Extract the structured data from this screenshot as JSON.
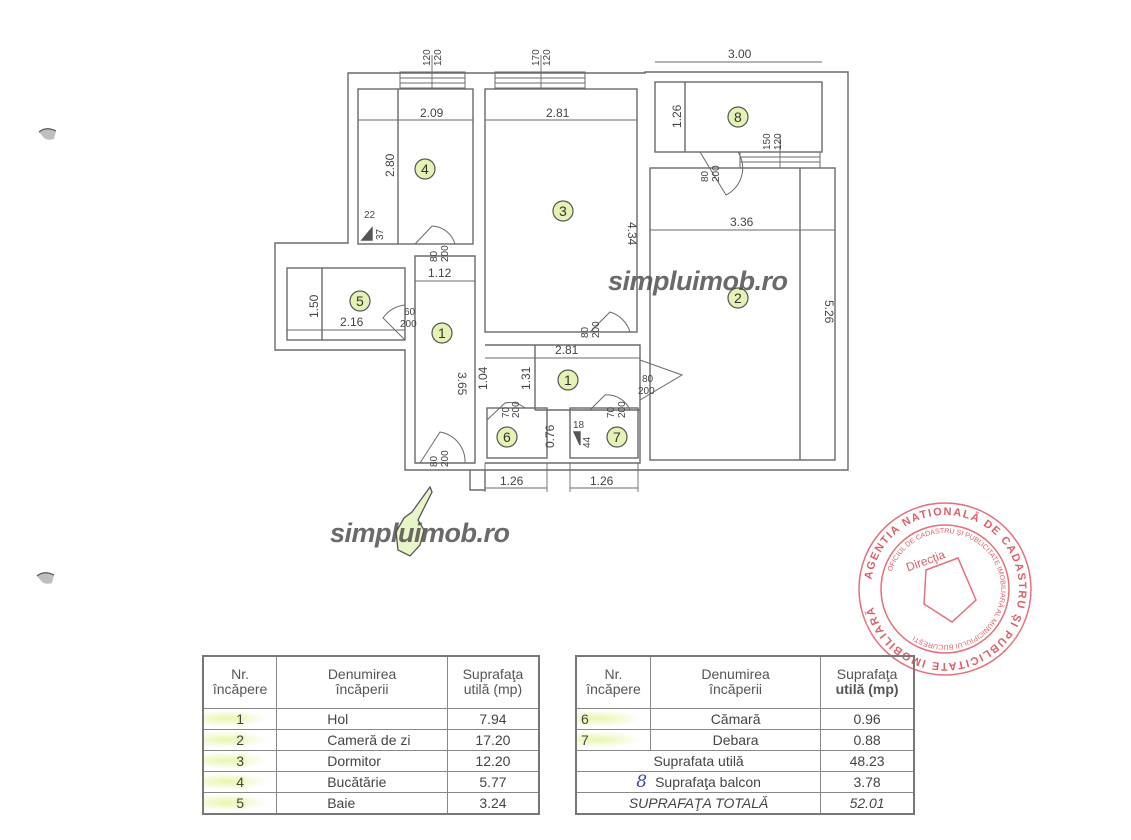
{
  "watermarks": {
    "top": "simpluimob.ro",
    "bottom": "simpluimob.ro"
  },
  "floorplan": {
    "rooms": [
      {
        "id": "1",
        "label": "1"
      },
      {
        "id": "1b",
        "label": "1"
      },
      {
        "id": "2",
        "label": "2"
      },
      {
        "id": "3",
        "label": "3"
      },
      {
        "id": "4",
        "label": "4"
      },
      {
        "id": "5",
        "label": "5"
      },
      {
        "id": "6",
        "label": "6"
      },
      {
        "id": "7",
        "label": "7"
      },
      {
        "id": "8",
        "label": "8"
      }
    ],
    "dimensions": {
      "balcony_width": "3.00",
      "room4_width": "2.09",
      "room4_height": "2.80",
      "room3_width": "2.81",
      "room3_height": "4.34",
      "room8_depth": "1.26",
      "room2_width": "3.36",
      "room2_height": "5.26",
      "hall_width": "1.12",
      "hall_length": "3.65",
      "bath_height": "1.50",
      "bath_width": "2.16",
      "hall2_width": "2.81",
      "hall2_left": "1.04",
      "hall2_height": "1.31",
      "room6_depth": "0.76",
      "room6_width": "1.26",
      "room7_width": "1.26"
    },
    "windows": [
      {
        "w": "120",
        "h": "120"
      },
      {
        "w": "170",
        "h": "120"
      },
      {
        "w": "150",
        "h": "120"
      }
    ],
    "doors": {
      "kitchen": {
        "w": "80",
        "h": "200"
      },
      "bath": {
        "w": "60",
        "h": "200"
      },
      "entrance": {
        "w": "80",
        "h": "200"
      },
      "bedroom": {
        "w": "80",
        "h": "200"
      },
      "living": {
        "w": "80",
        "h": "200"
      },
      "balcony": {
        "w": "80",
        "h": "200"
      },
      "room6": {
        "w": "70",
        "h": "200"
      },
      "room7": {
        "w": "70",
        "h": "200"
      }
    },
    "ducts": {
      "kitchen": {
        "a": "22",
        "b": "37"
      },
      "room7": {
        "a": "18",
        "b": "44"
      }
    }
  },
  "stamp": {
    "outer_text": "AGENTIA NATIONALĂ DE CADASTRU ȘI PUBLICITATE IMOBILIARĂ",
    "inner_text": "OFICIUL DE CADASTRU ȘI PUBLICITATE IMOBILIARĂ AL MUNICIPIULUI BUCUREȘTI",
    "center_text": "Direcţia"
  },
  "table_left": {
    "headers": {
      "nr": [
        "Nr.",
        "încăpere"
      ],
      "name": [
        "Denumirea",
        "încăperii"
      ],
      "area": [
        "Suprafaţa",
        "utilă (mp)"
      ]
    },
    "rows": [
      {
        "nr": "1",
        "name": "Hol",
        "area": "7.94"
      },
      {
        "nr": "2",
        "name": "Cameră de zi",
        "area": "17.20"
      },
      {
        "nr": "3",
        "name": "Dormitor",
        "area": "12.20"
      },
      {
        "nr": "4",
        "name": "Bucătărie",
        "area": "5.77"
      },
      {
        "nr": "5",
        "name": "Baie",
        "area": "3.24"
      }
    ]
  },
  "table_right": {
    "headers": {
      "nr": [
        "Nr.",
        "încăpere"
      ],
      "name": [
        "Denumirea",
        "încăperii"
      ],
      "area": [
        "Suprafaţa",
        "utilă (mp)"
      ]
    },
    "rows": [
      {
        "nr": "6",
        "name": "Cămară",
        "area": "0.96"
      },
      {
        "nr": "7",
        "name": "Debara",
        "area": "0.88"
      }
    ],
    "usable_label": "Suprafata utilă",
    "usable_value": "48.23",
    "balcony_mark": "8",
    "balcony_label": "Suprafaţa balcon",
    "balcony_value": "3.78",
    "total_label": "SUPRAFAŢA TOTALĂ",
    "total_value": "52.01"
  },
  "colors": {
    "wall": "#6a6a6a",
    "room_badge": "#e4f2b4",
    "stamp": "#d9434f",
    "signature": "#3a43a8"
  }
}
